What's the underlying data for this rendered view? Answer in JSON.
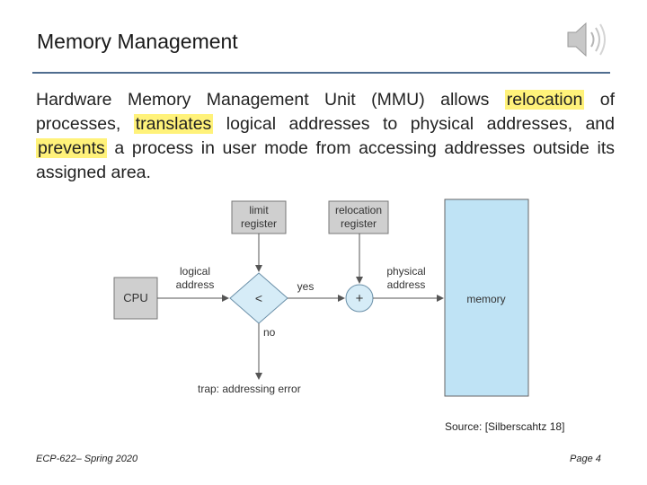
{
  "slide": {
    "title": "Memory Management",
    "body": {
      "part1": "Hardware Memory Management Unit (MMU) allows ",
      "hl1": "relocation",
      "part2": " of processes, ",
      "hl2": "translates",
      "part3": " logical addresses to physical addresses, and ",
      "hl3": "prevents",
      "part4": " a process in user mode from accessing addresses outside its assigned area."
    },
    "source": "Source: [Silberscahtz 18]",
    "footer_left": "ECP-622– Spring 2020",
    "footer_right": "Page 4"
  },
  "diagram": {
    "cpu": "CPU",
    "limit_line1": "limit",
    "limit_line2": "register",
    "reloc_line1": "relocation",
    "reloc_line2": "register",
    "logical_line1": "logical",
    "logical_line2": "address",
    "physical_line1": "physical",
    "physical_line2": "address",
    "compare": "<",
    "add": "+",
    "yes": "yes",
    "no": "no",
    "trap": "trap: addressing error",
    "memory": "memory"
  },
  "icons": {
    "speaker": "speaker-icon"
  },
  "colors": {
    "memory_fill": "#bfe3f5",
    "register_fill": "#cfcfcf",
    "node_fill": "#d6ecf7",
    "rule": "#4f6d8f",
    "highlight": "#fff27a"
  }
}
